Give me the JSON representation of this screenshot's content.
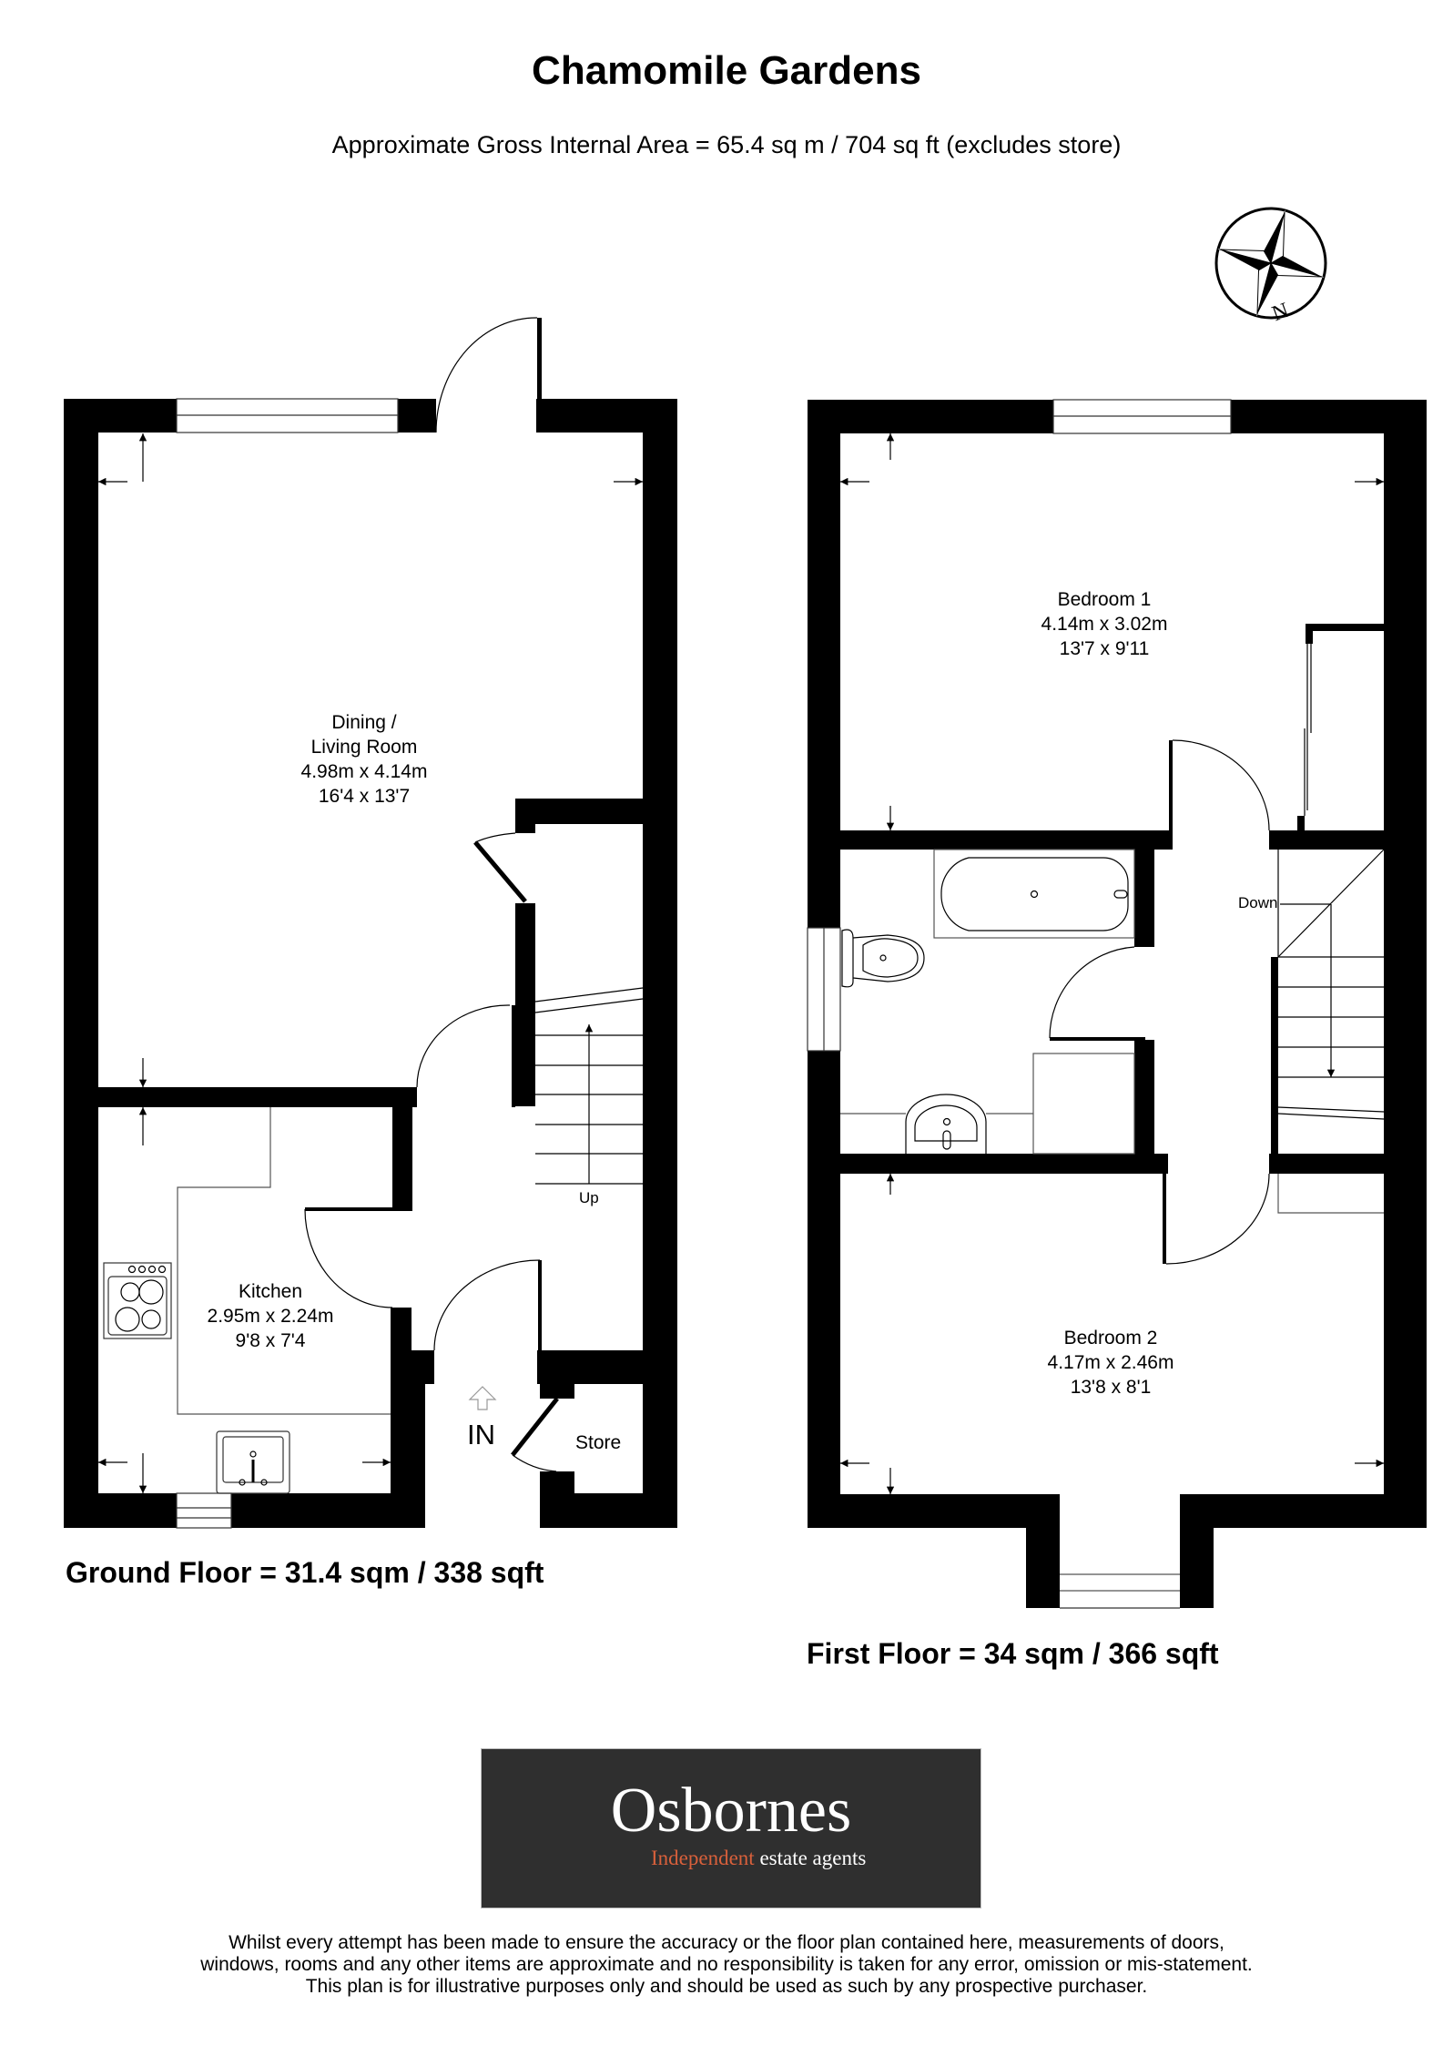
{
  "header": {
    "title": "Chamomile Gardens",
    "subtitle": "Approximate Gross Internal Area = 65.4 sq m / 704 sq ft (excludes store)"
  },
  "compass": {
    "icon": "compass-rose-icon",
    "north_label": "N"
  },
  "ground_floor": {
    "label": "Ground Floor = 31.4 sqm / 338 sqft",
    "rooms": [
      {
        "name_line1": "Dining /",
        "name_line2": "Living Room",
        "metric": "4.98m x 4.14m",
        "imperial": "16'4 x 13'7"
      },
      {
        "name_line1": "Kitchen",
        "metric": "2.95m x 2.24m",
        "imperial": "9'8 x 7'4"
      }
    ],
    "stairs_label": "Up",
    "entrance_label": "IN",
    "store_label": "Store"
  },
  "first_floor": {
    "label": "First Floor = 34 sqm / 366 sqft",
    "rooms": [
      {
        "name_line1": "Bedroom 1",
        "metric": "4.14m x 3.02m",
        "imperial": "13'7 x 9'11"
      },
      {
        "name_line1": "Bedroom 2",
        "metric": "4.17m x 2.46m",
        "imperial": "13'8 x 8'1"
      }
    ],
    "stairs_label": "Down"
  },
  "logo": {
    "name": "Osbornes",
    "tagline_accent": "Independent",
    "tagline_rest": " estate agents",
    "background": "#2f2f2f",
    "accent_color": "#d9603b"
  },
  "disclaimer": {
    "line1": "Whilst every attempt has been made to ensure the accuracy or the floor plan contained here, measurements of doors,",
    "line2": "windows, rooms and any other items are approximate and no responsibility is taken for any error, omission or mis-statement.",
    "line3": "This plan is for illustrative purposes only and should be used as such by any prospective purchaser."
  }
}
